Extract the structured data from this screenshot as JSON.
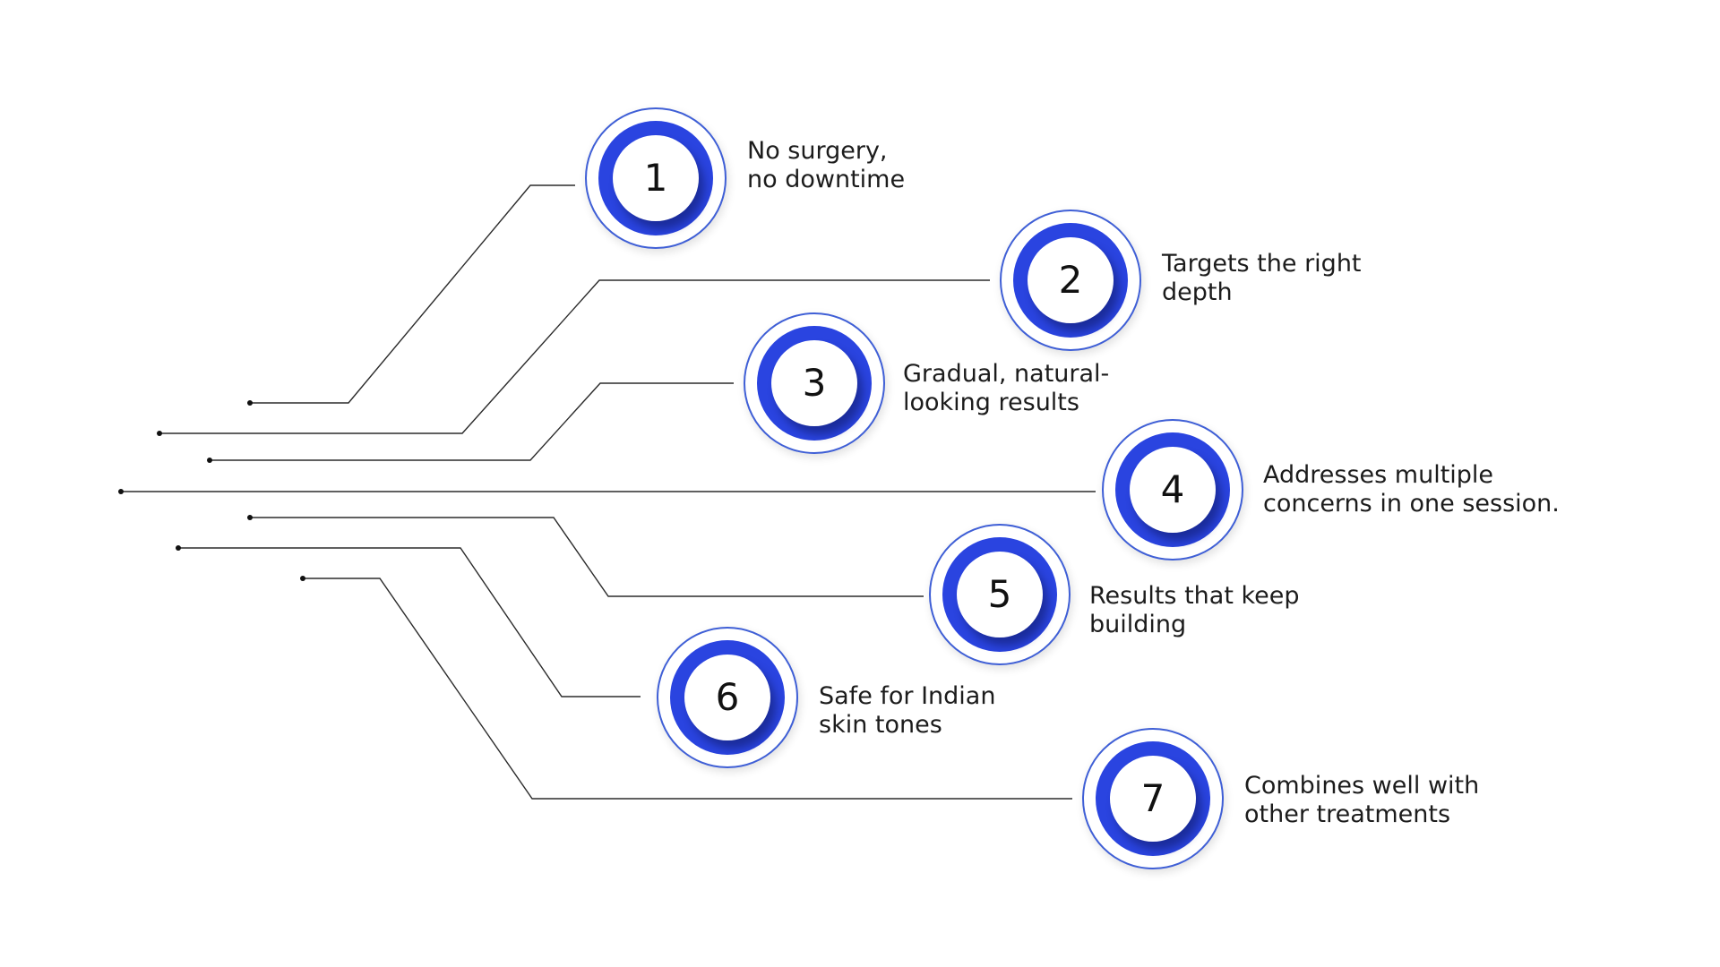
{
  "steps": [
    {
      "number": "1",
      "lines": [
        "No surgery,",
        "no downtime"
      ]
    },
    {
      "number": "2",
      "lines": [
        "Targets the right",
        "depth"
      ]
    },
    {
      "number": "3",
      "lines": [
        "Gradual, natural-",
        "looking results"
      ]
    },
    {
      "number": "4",
      "lines": [
        "Addresses multiple",
        "concerns in one session."
      ]
    },
    {
      "number": "5",
      "lines": [
        "Results that keep",
        "building"
      ]
    },
    {
      "number": "6",
      "lines": [
        "Safe for Indian",
        "skin tones"
      ]
    },
    {
      "number": "7",
      "lines": [
        "Combines well with",
        "other treatments"
      ]
    }
  ],
  "colors": {
    "accent_blue": "#2a44e0",
    "ring_outline": "#3f5fd6",
    "line": "#2b2b2b",
    "text": "#1c1c1c",
    "background": "#ffffff"
  }
}
